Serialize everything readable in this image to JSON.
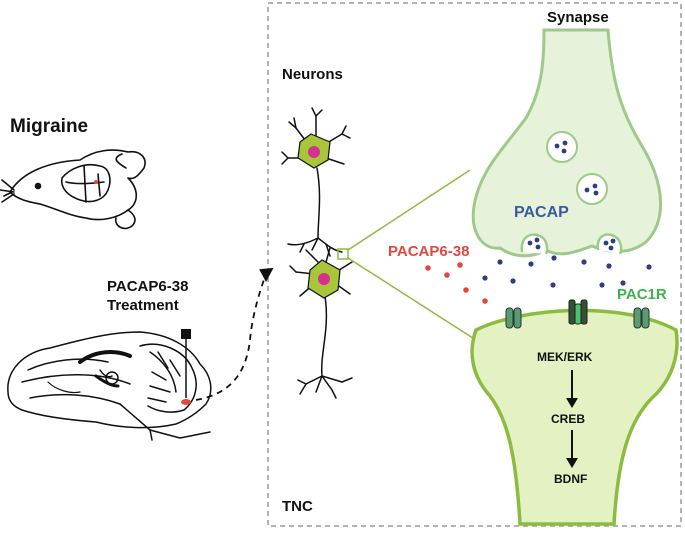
{
  "labels": {
    "migraine": "Migraine",
    "treatment_line1": "PACAP6-38",
    "treatment_line2": "Treatment",
    "neurons": "Neurons",
    "synapse": "Synapse",
    "pacap": "PACAP",
    "antagonist": "PACAP6-38",
    "receptor": "PAC1R",
    "pathway": [
      "MEK/ERK",
      "CREB",
      "BDNF"
    ],
    "region": "TNC"
  },
  "colors": {
    "antagonist_red": "#e2483f",
    "pacap_blue": "#3b5aa0",
    "receptor_green": "#3eb24c",
    "synapse_fill": "#e6f3da",
    "synapse_stroke": "#9ec98a",
    "postsynaptic_fill": "#e3f1c3",
    "postsynaptic_stroke": "#8cbc3f",
    "neuron_body": "#a9c63a",
    "nucleus": "#d3328f"
  },
  "icons": {
    "receptor": "receptor-channel-icon",
    "syringe": "injection-needle-icon"
  }
}
